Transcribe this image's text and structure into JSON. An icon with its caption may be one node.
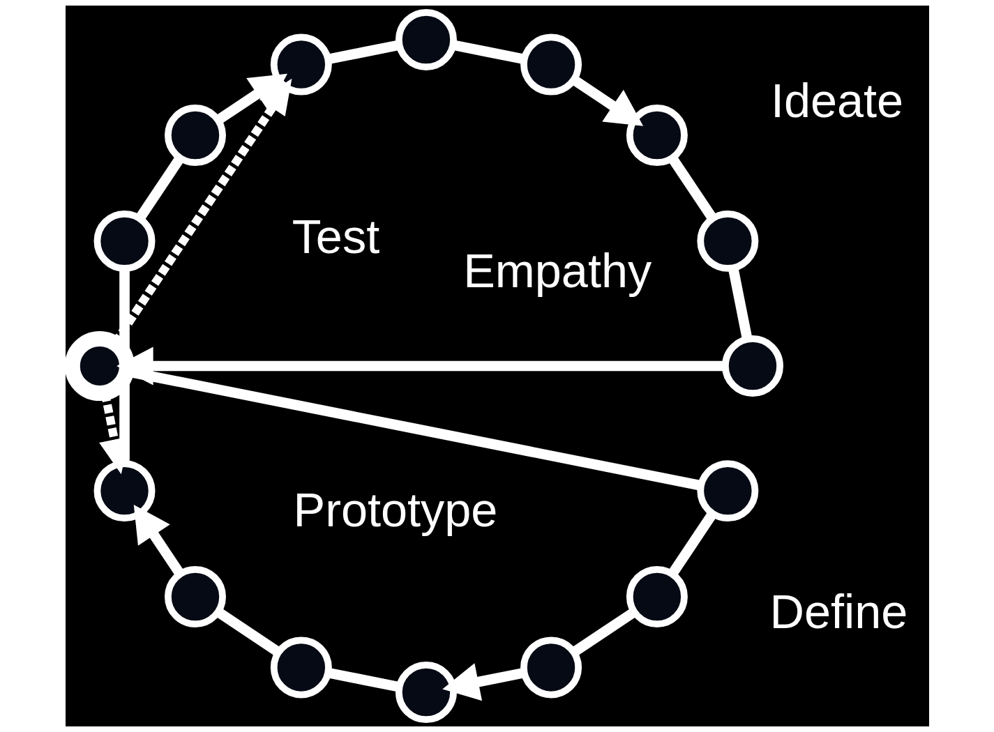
{
  "diagram": {
    "nodes": [
      {
        "text": [],
        "shape": "circle"
      },
      {
        "text": [],
        "shape": "circle"
      },
      {
        "text": [],
        "shape": "circle"
      },
      {
        "text": [],
        "shape": "circle"
      },
      {
        "text": [],
        "shape": "circle"
      },
      {
        "text": [],
        "shape": "circle"
      },
      {
        "text": [],
        "shape": "circle"
      },
      {
        "text": [],
        "shape": "circle"
      },
      {
        "text": [],
        "shape": "circle"
      },
      {
        "text": [],
        "shape": "circle"
      },
      {
        "text": [],
        "shape": "circle"
      },
      {
        "text": [],
        "shape": "circle"
      },
      {
        "text": [],
        "shape": "circle"
      },
      {
        "text": [],
        "shape": "circle"
      },
      {
        "text": [],
        "shape": "circle"
      },
      {
        "text": [],
        "shape": "circle"
      }
    ],
    "edges": [
      {
        "from": 0,
        "to": 1,
        "arrow": "none"
      },
      {
        "from": 1,
        "to": 2,
        "arrow": "none"
      },
      {
        "from": 2,
        "to": 3,
        "arrow": "none"
      },
      {
        "from": 3,
        "to": 4,
        "arrow": "to"
      },
      {
        "from": 4,
        "to": 5,
        "arrow": "none"
      },
      {
        "from": 5,
        "to": 6,
        "arrow": "none"
      },
      {
        "from": 6,
        "to": 7,
        "arrow": "to"
      },
      {
        "from": 7,
        "to": 8,
        "arrow": "none"
      },
      {
        "from": 8,
        "to": 9,
        "arrow": "none"
      },
      {
        "from": 9,
        "to": 10,
        "arrow": "to"
      },
      {
        "from": 10,
        "to": 11,
        "arrow": "none"
      },
      {
        "from": 11,
        "to": 12,
        "arrow": "none"
      },
      {
        "from": 12,
        "to": 13,
        "arrow": "to"
      },
      {
        "from": 13,
        "to": 14,
        "arrow": "none"
      },
      {
        "from": 14,
        "to": 15,
        "arrow": "none"
      },
      {
        "from": 15,
        "to": 0,
        "arrow": "to"
      },
      {
        "from": 0,
        "to": 7,
        "arrow": "to",
        "style": "dashed"
      },
      {
        "from": 0,
        "to": 10,
        "arrow": "to",
        "style": "dashed"
      }
    ],
    "labels": [
      "Empathy",
      "Test",
      "Define",
      "Prototype",
      "Ideate"
    ]
  }
}
